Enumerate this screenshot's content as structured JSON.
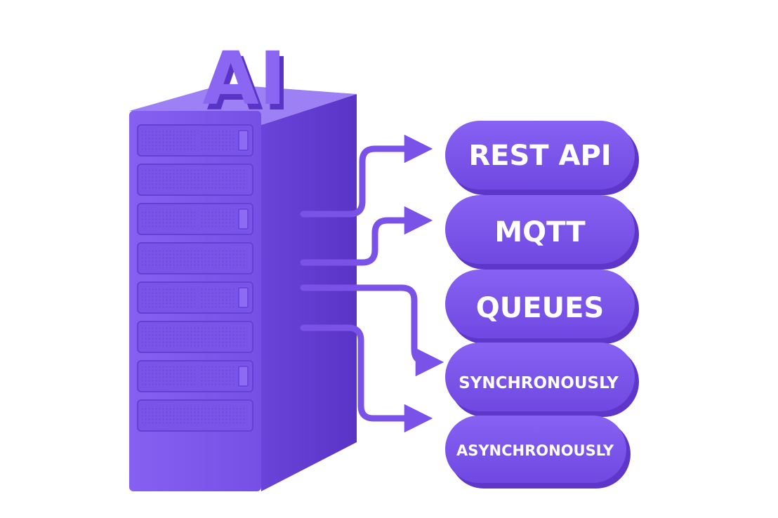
{
  "diagram": {
    "logo_text": "AI",
    "labels": [
      {
        "text": "REST API"
      },
      {
        "text": "MQTT"
      },
      {
        "text": "QUEUES"
      },
      {
        "text": "SYNCHRONOUSLY"
      },
      {
        "text": "ASYNCHRONOUSLY"
      }
    ]
  },
  "colors": {
    "purple": "#7B52E8",
    "purple_dark": "#5E36C9",
    "purple_light": "#9272F0",
    "white": "#ffffff"
  }
}
